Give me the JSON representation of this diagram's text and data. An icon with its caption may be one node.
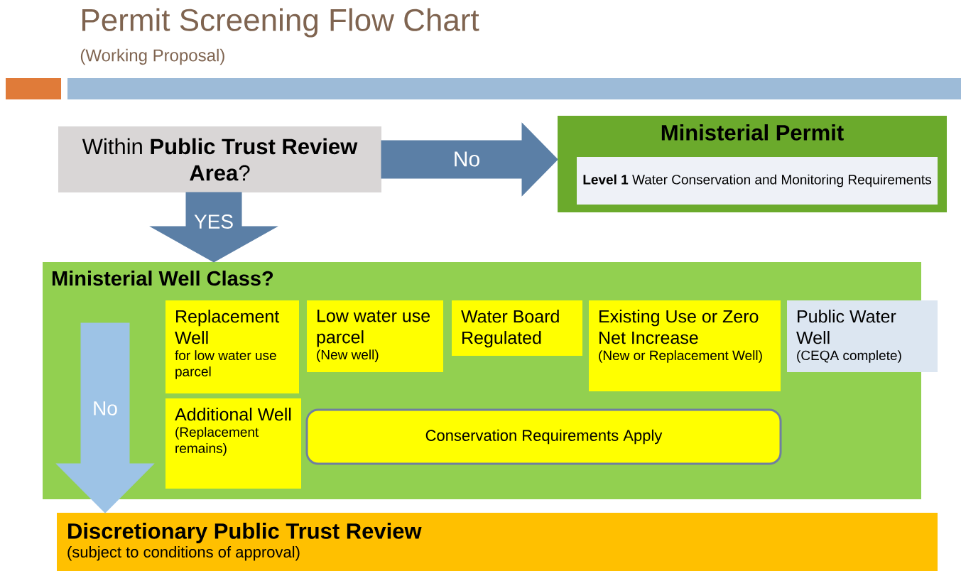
{
  "diagram": {
    "title": "Permit Screening Flow Chart",
    "caption": "(Working Proposal)",
    "nodes": [
      {
        "text": [
          "Within **Public Trust Review Area**?"
        ]
      },
      {
        "text": [
          "Ministerial Permit"
        ]
      },
      {
        "text": [
          "**Level 1** Water Conservation and Monitoring Requirements"
        ],
        "in": 1
      },
      {
        "text": [
          "Ministerial Well Class?"
        ]
      },
      {
        "text": [
          "Replacement Well",
          "for low water use parcel"
        ],
        "in": 3
      },
      {
        "text": [
          "Low water use parcel",
          "(New well)"
        ],
        "in": 3
      },
      {
        "text": [
          "Water Board Regulated"
        ],
        "in": 3
      },
      {
        "text": [
          "Existing Use or Zero Net Increase",
          "(New or Replacement Well)"
        ],
        "in": 3
      },
      {
        "text": [
          "Public Water Well",
          "(CEQA complete)"
        ]
      },
      {
        "text": [
          "Additional Well",
          "(Replacement remains)"
        ],
        "in": 3
      },
      {
        "text": [
          "Conservation Requirements Apply"
        ],
        "in": 3
      },
      {
        "text": [
          "Discretionary Public Trust Review",
          "(subject to conditions of approval)"
        ]
      }
    ],
    "edges": [
      {
        "from": 0,
        "to": 1,
        "arrow": "to",
        "label": "No"
      },
      {
        "from": 0,
        "to": 3,
        "arrow": "to",
        "label": "YES"
      },
      {
        "from": 3,
        "to": 11,
        "arrow": "to",
        "label": "No",
        "color": "#9dc3e6"
      }
    ]
  }
}
